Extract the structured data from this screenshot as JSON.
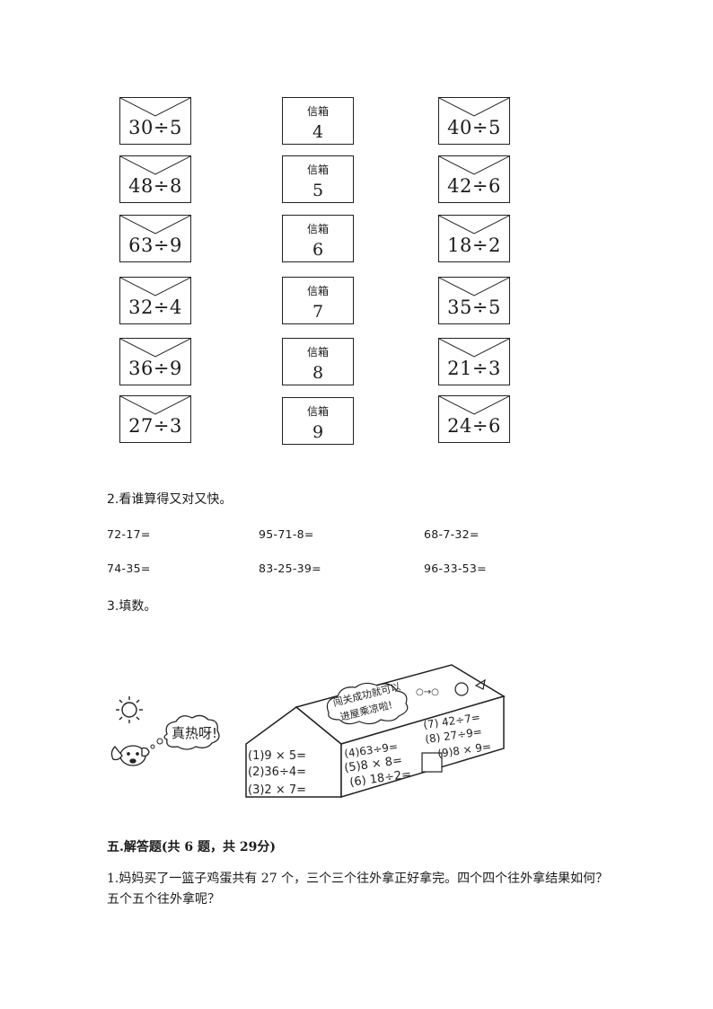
{
  "envelopes_left": [
    "30÷5",
    "48÷8",
    "63÷9",
    "32÷4",
    "36÷9",
    "27÷3"
  ],
  "mailboxes": [
    {
      "label": "信箱",
      "num": "4"
    },
    {
      "label": "信箱",
      "num": "5"
    },
    {
      "label": "信箱",
      "num": "6"
    },
    {
      "label": "信箱",
      "num": "7"
    },
    {
      "label": "信箱",
      "num": "8"
    },
    {
      "label": "信箱",
      "num": "9"
    }
  ],
  "envelopes_right": [
    "40÷5",
    "42÷6",
    "18÷2",
    "35÷5",
    "21÷3",
    "24÷6"
  ],
  "section2": {
    "heading": "2.看谁算得又对又快。",
    "row1": [
      "72-17=",
      "95-71-8=",
      "68-7-32="
    ],
    "row2": [
      "74-35=",
      "83-25-39=",
      "96-33-53="
    ]
  },
  "section3": {
    "heading": "3.填数。",
    "speech": "真热呀!",
    "sign_line1": "闯关成功就可以",
    "sign_line2": "进屋乘凉啦!",
    "left_wall": [
      "(1)9 × 5=",
      "(2)36÷4=",
      "(3)2 × 7="
    ],
    "front_left": [
      "(4)63÷9=",
      "(5)8 × 8=",
      "(6) 18÷2="
    ],
    "front_right": [
      "(7) 42÷7=",
      "(8) 27÷9=",
      "(9)8 × 9="
    ]
  },
  "section5": {
    "title": "五.解答题(共 6 题，共 29分)",
    "problem1": "1.妈妈买了一篮子鸡蛋共有 27 个，三个三个往外拿正好拿完。四个四个往外拿结果如何？五个五个往外拿呢？"
  }
}
